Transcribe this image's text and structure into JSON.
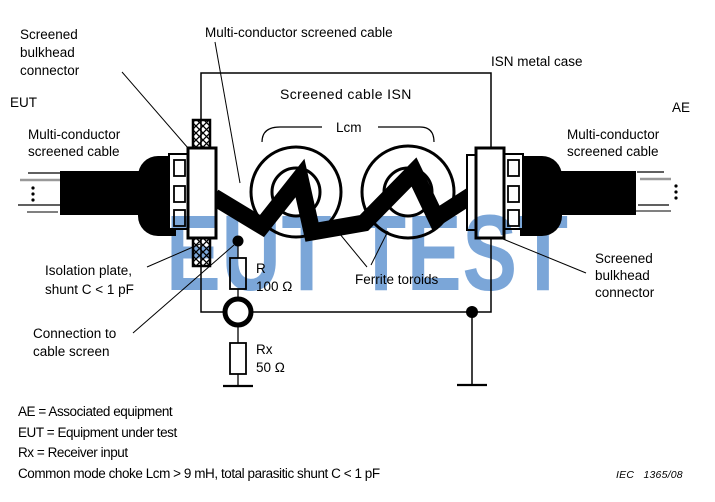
{
  "diagram": {
    "labels": {
      "screened_bulkhead_left": "Screened\nbulkhead\nconnector",
      "multi_conductor_top": "Multi-conductor screened cable",
      "isn_metal_case": "ISN metal case",
      "eut": "EUT",
      "ae": "AE",
      "multi_conductor_left": "Multi-conductor\nscreened cable",
      "multi_conductor_right": "Multi-conductor\nscreened cable",
      "screened_cable_isn": "Screened cable ISN",
      "lcm": "Lcm",
      "isolation_plate": "Isolation plate,\nshunt C < 1 pF",
      "connection_to_screen": "Connection to\ncable screen",
      "ferrite_toroids": "Ferrite toroids",
      "screened_bulkhead_right": "Screened\nbulkhead\nconnector",
      "r_name": "R",
      "r_value": "100 Ω",
      "rx_name": "Rx",
      "rx_value": "50 Ω"
    },
    "legend": [
      "AE = Associated equipment",
      "EUT = Equipment under test",
      "Rx = Receiver input",
      "Common mode choke Lcm > 9 mH, total parasitic shunt C < 1 pF"
    ],
    "figure_ref": "IEC   1365/08",
    "watermark": {
      "text": "EUT TEST",
      "color": "#7ba6d8"
    },
    "colors": {
      "line": "#000000",
      "background": "#ffffff",
      "cable_gray": "#999999"
    }
  }
}
